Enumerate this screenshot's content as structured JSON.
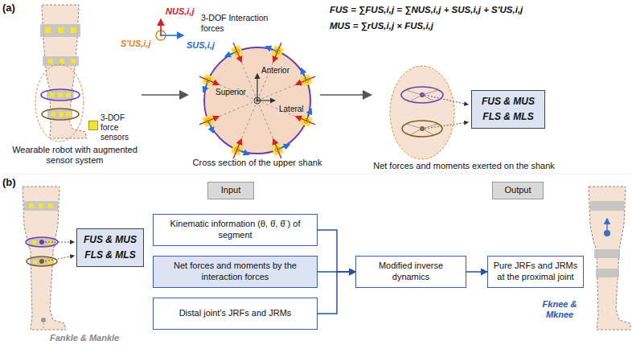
{
  "diagram": {
    "nodes": [
      {
        "text": [
          "FUS & MUS",
          "FLS & MLS"
        ]
      },
      {
        "text": [
          "Input"
        ]
      },
      {
        "text": [
          "Output"
        ]
      },
      {
        "text": [
          "FUS & MUS",
          "FLS & MLS"
        ]
      },
      {
        "text": [
          "Kinematic information (θ, θ̇, θ̈ ) of segment"
        ]
      },
      {
        "text": [
          "Net forces and moments by the interaction forces"
        ]
      },
      {
        "text": [
          "Distal joint's JRFs and JRMs"
        ]
      },
      {
        "text": [
          "Modified inverse dynamics"
        ]
      },
      {
        "text": [
          "Pure JRFs and JRMs at the proximal joint"
        ]
      }
    ],
    "edges": [
      {
        "from": 4,
        "to": 7,
        "arrow": "to"
      },
      {
        "from": 5,
        "to": 7,
        "arrow": "to"
      },
      {
        "from": 6,
        "to": 7,
        "arrow": "to"
      },
      {
        "from": 7,
        "to": 8,
        "arrow": "to"
      }
    ],
    "labels": [
      "(a)",
      "NUS,i,j",
      "S′US,i,j",
      "SUS,i,j",
      "3-DOF Interaction forces",
      "Anterior",
      "Superior",
      "Lateral",
      "Wearable robot with augmented sensor system",
      "Cross section of the upper shank",
      "FUS = ∑FUS,i,j = ∑NUS,i,j + SUS,i,j + S′US,i,j",
      "MUS = ∑rUS,i,j × FUS,i,j",
      "Net forces and moments exerted on the shank",
      "(b)",
      "Fankle & Mankle",
      "Fknee & Mknee"
    ],
    "legend": [
      {
        "text": "3-DOF force sensors",
        "color": "#f2e23a"
      }
    ]
  }
}
